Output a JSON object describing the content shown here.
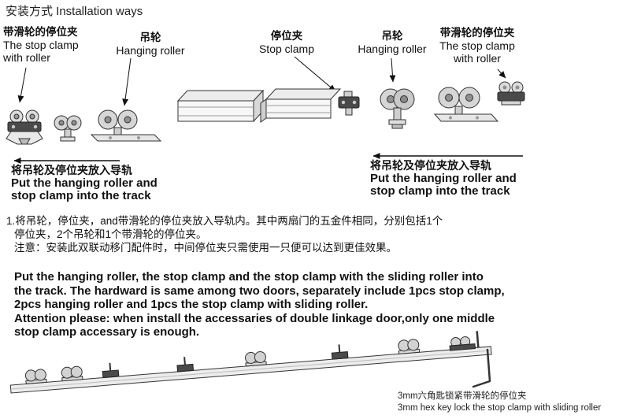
{
  "title": "安装方式 Installation ways",
  "callouts": {
    "c1": {
      "zh": "带滑轮的停位夹",
      "en1": "The stop clamp",
      "en2": "with roller"
    },
    "c2": {
      "zh": "吊轮",
      "en1": "Hanging roller"
    },
    "c3": {
      "zh": "停位夹",
      "en1": "Stop clamp"
    },
    "c4": {
      "zh": "吊轮",
      "en1": "Hanging roller"
    },
    "c5": {
      "zh": "带滑轮的停位夹",
      "en1": "The stop clamp",
      "en2": "with roller"
    }
  },
  "instructions": {
    "left": {
      "zh": "将吊轮及停位夹放入导轨",
      "en1": "Put the hanging roller and",
      "en2": "stop clamp into the track"
    },
    "right": {
      "zh": "将吊轮及停位夹放入导轨",
      "en1": "Put the hanging roller and",
      "en2": "stop clamp into the track"
    }
  },
  "zh_paragraph": {
    "line1": "1.将吊轮，停位夹，and带滑轮的停位夹放入导轨内。其中两扇门的五金件相同，分别包括1个",
    "line2": "停位夹，2个吊轮和1个带滑轮的停位夹。",
    "line3": "注意：安装此双联动移门配件时，中间停位夹只需使用一只便可以达到更佳效果。"
  },
  "en_paragraph": {
    "line1": "Put the hanging roller, the stop clamp and the stop clamp with the sliding roller into",
    "line2": "the track. The hardward is same among two doors, separately include 1pcs stop clamp,",
    "line3": "2pcs hanging roller and 1pcs the stop clamp with sliding roller.",
    "line4": "Attention please: when install the accessaries of double linkage door,only one middle",
    "line5": "stop clamp accessary is enough."
  },
  "bottom_label": {
    "zh": "3mm六角匙锁紧带滑轮的停位夹",
    "en": "3mm hex key lock the stop clamp with sliding roller"
  },
  "colors": {
    "line": "#1a1a1a",
    "dark_body": "#4a4a4a",
    "metal": "#d9d9d9"
  }
}
